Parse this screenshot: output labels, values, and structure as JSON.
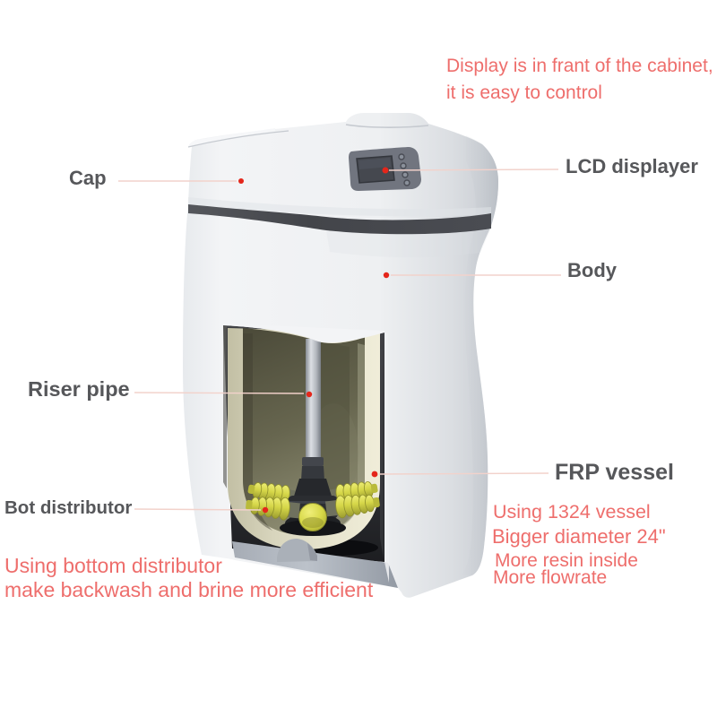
{
  "colors": {
    "annotation_red": "#ee6e6c",
    "label_dark": "#56575a",
    "marker_red": "#e0251c",
    "leader_pink": "#f2d2cb",
    "body_light": "#eef0f2",
    "body_shade": "#c7cbd1",
    "band_dark": "#46484d",
    "vessel_cream": "#e8e5cf",
    "interior_olive": "#6b6a53",
    "lateral_yellow": "#d9da4e",
    "riser_gray": "#b9bcc4",
    "background": "#ffffff"
  },
  "labels": {
    "cap": "Cap",
    "lcd": "LCD displayer",
    "body": "Body",
    "riser_pipe": "Riser pipe",
    "bot_distributor": "Bot distributor",
    "frp_vessel": "FRP vessel"
  },
  "annotations": {
    "display": {
      "line1": "Display is in frant of the cabinet,",
      "line2": "it is easy to control"
    },
    "vessel": {
      "line1": "Using 1324 vessel",
      "line2": "Bigger diameter 24\"",
      "line3": "More resin inside",
      "line4": "More flowrate"
    },
    "distributor": {
      "line1": "Using bottom distributor",
      "line2": "make backwash and brine more efficient"
    }
  }
}
